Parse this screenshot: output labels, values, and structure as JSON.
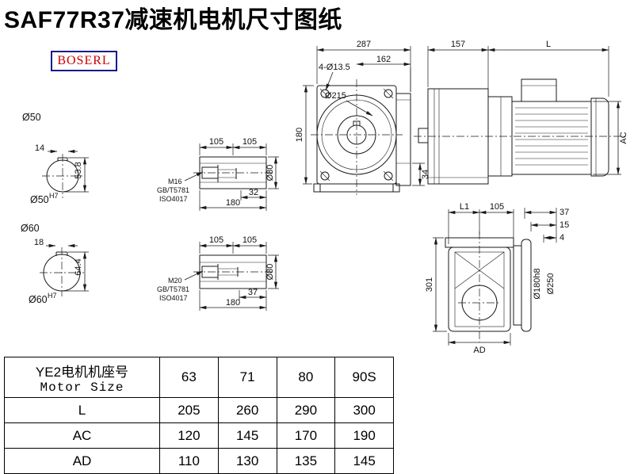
{
  "title": "SAF77R37减速机电机尺寸图纸",
  "logo": "BOSERL",
  "colors": {
    "logo_text": "#cc0000",
    "logo_border": "#1a1a8c",
    "line": "#1a1a1a"
  },
  "views": {
    "shaft_end_1": {
      "dia": "Ø50",
      "key_width": "14",
      "key_height": "53.8",
      "bore_fit": "Ø50",
      "bore_tol": "H7"
    },
    "shaft_end_2": {
      "dia": "Ø60",
      "key_width": "18",
      "key_height": "64.4",
      "bore_fit": "Ø60",
      "bore_tol": "H7"
    },
    "hollow_shaft_1": {
      "len_a": "105",
      "len_b": "105",
      "thread_len": "32",
      "total_len": "180",
      "dia": "Ø80",
      "thread": "M16",
      "std_1": "GB/T5781",
      "std_2": "ISO4017"
    },
    "hollow_shaft_2": {
      "len_a": "105",
      "len_b": "105",
      "thread_len": "37",
      "total_len": "180",
      "dia": "Ø80",
      "thread": "M20",
      "std_1": "GB/T5781",
      "std_2": "ISO4017"
    },
    "front": {
      "width": "287",
      "inner_width": "162",
      "holes": "4-Ø13.5",
      "flange_dia": "Ø215",
      "height": "180",
      "foot": "34"
    },
    "side": {
      "gear_len": "157",
      "motor_len": "L",
      "motor_dia": "AC"
    },
    "output": {
      "l1": "L1",
      "len_105": "105",
      "d37": "37",
      "d15": "15",
      "d4": "4",
      "height": "301",
      "spigot_dia": "Ø180h8",
      "flange_dia": "Ø250",
      "width": "AD"
    }
  },
  "table": {
    "header": {
      "cn": "YE2电机机座号",
      "en": "Motor Size"
    },
    "sizes": [
      "63",
      "71",
      "80",
      "90S"
    ],
    "rows": [
      {
        "label": "L",
        "values": [
          "205",
          "260",
          "290",
          "300"
        ]
      },
      {
        "label": "AC",
        "values": [
          "120",
          "145",
          "170",
          "190"
        ]
      },
      {
        "label": "AD",
        "values": [
          "110",
          "130",
          "135",
          "145"
        ]
      }
    ]
  }
}
